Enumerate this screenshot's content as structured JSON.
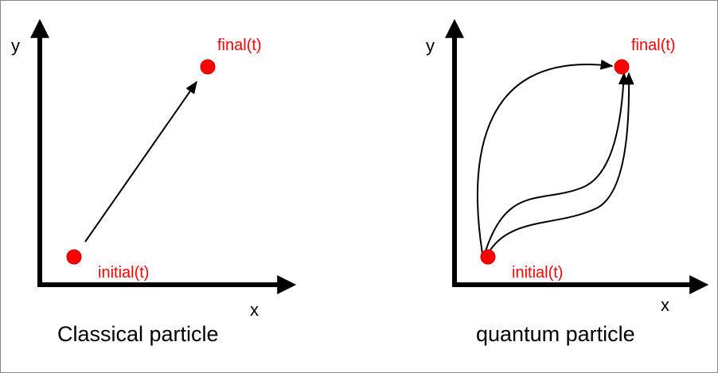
{
  "colors": {
    "point": "#ff0000",
    "point_label": "#ff0000",
    "axis": "#000000",
    "path": "#000000"
  },
  "classical": {
    "y_label": "y",
    "x_label": "x",
    "final_label": "final(t)",
    "initial_label": "initial(t)",
    "caption": "Classical particle"
  },
  "quantum": {
    "y_label": "y",
    "x_label": "x",
    "final_label": "final(t)",
    "initial_label": "initial(t)",
    "caption": "quantum particle"
  }
}
